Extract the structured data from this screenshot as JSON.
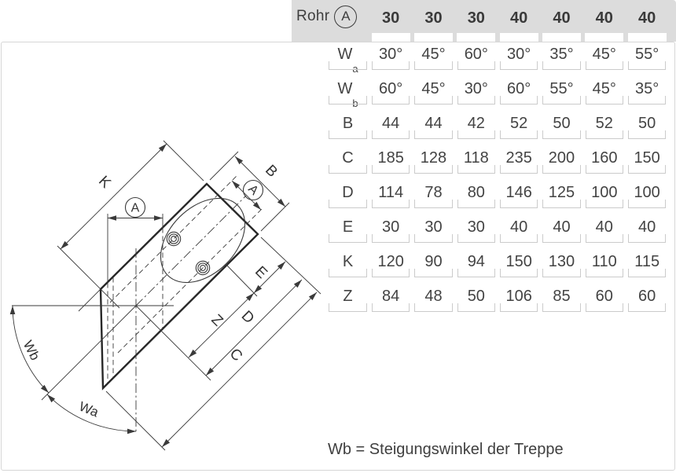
{
  "header": {
    "rohr_label": "Rohr",
    "rohr_circle": "A",
    "columns": [
      "30",
      "30",
      "30",
      "40",
      "40",
      "40",
      "40"
    ]
  },
  "table": {
    "rows": [
      {
        "label": "W",
        "sub": "a",
        "values": [
          "30°",
          "45°",
          "60°",
          "30°",
          "35°",
          "45°",
          "55°"
        ]
      },
      {
        "label": "W",
        "sub": "b",
        "values": [
          "60°",
          "45°",
          "30°",
          "60°",
          "55°",
          "45°",
          "35°"
        ]
      },
      {
        "label": "B",
        "sub": "",
        "values": [
          "44",
          "44",
          "42",
          "52",
          "50",
          "52",
          "50"
        ]
      },
      {
        "label": "C",
        "sub": "",
        "values": [
          "185",
          "128",
          "118",
          "235",
          "200",
          "160",
          "150"
        ]
      },
      {
        "label": "D",
        "sub": "",
        "values": [
          "114",
          "78",
          "80",
          "146",
          "125",
          "100",
          "100"
        ]
      },
      {
        "label": "E",
        "sub": "",
        "values": [
          "30",
          "30",
          "30",
          "40",
          "40",
          "40",
          "40"
        ]
      },
      {
        "label": "K",
        "sub": "",
        "values": [
          "120",
          "90",
          "94",
          "150",
          "130",
          "110",
          "115"
        ]
      },
      {
        "label": "Z",
        "sub": "",
        "values": [
          "84",
          "48",
          "50",
          "106",
          "85",
          "60",
          "60"
        ]
      }
    ]
  },
  "note": "Wb = Steigungswinkel der Treppe",
  "drawing": {
    "labels": {
      "k": "K",
      "b": "B",
      "a_top": "A",
      "a_left": "A",
      "e": "E",
      "z": "Z",
      "d": "D",
      "c": "C",
      "wb": "Wb",
      "wa": "Wa"
    }
  },
  "colors": {
    "band": "#dcdcdc",
    "cup_border": "#cbcbcb",
    "line": "#3a3a3a",
    "plate": "#282828",
    "text": "#3e3e3e"
  }
}
